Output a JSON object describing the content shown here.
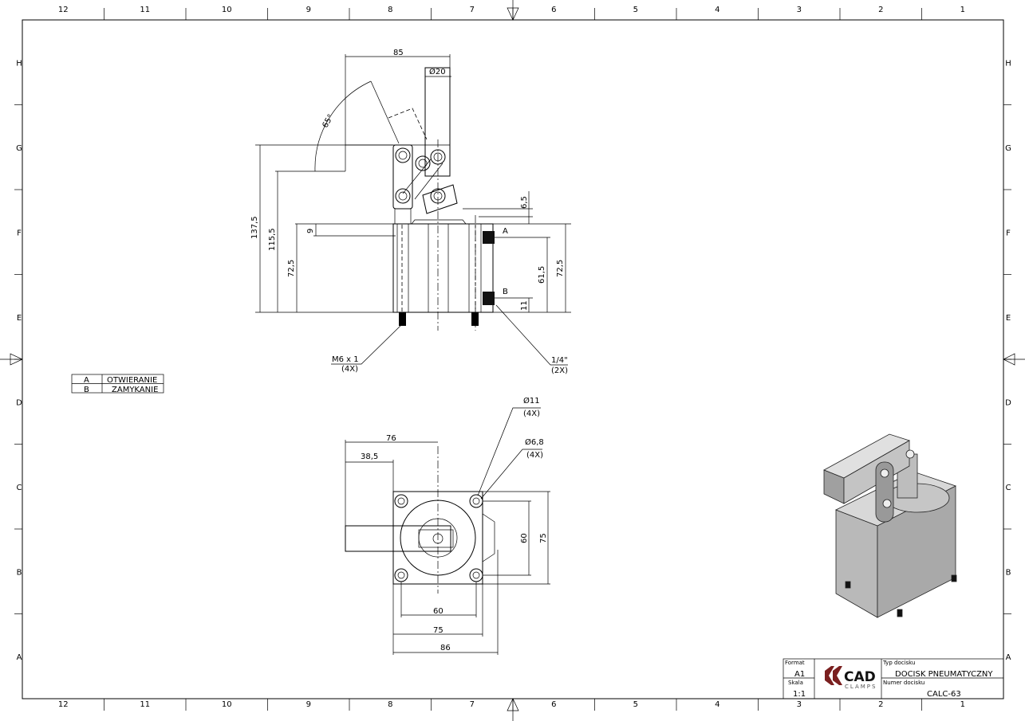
{
  "frame": {
    "columns": [
      "12",
      "11",
      "10",
      "9",
      "8",
      "7",
      "6",
      "5",
      "4",
      "3",
      "2",
      "1"
    ],
    "rows": [
      "H",
      "G",
      "F",
      "E",
      "D",
      "C",
      "B",
      "A"
    ]
  },
  "side_view": {
    "dims": {
      "width_85": "85",
      "diameter_20": "Ø20",
      "angle_65": "65°",
      "h_137_5": "137,5",
      "h_115_5": "115,5",
      "h_72_5_left": "72,5",
      "h_9": "9",
      "h_6_5": "6,5",
      "h_61_5": "61,5",
      "h_72_5_right": "72,5",
      "h_11": "11"
    },
    "port_a": "A",
    "port_b": "B",
    "thread_label": "M6 x 1",
    "thread_qty": "(4X)",
    "port_label": "1/4\"",
    "port_qty": "(2X)"
  },
  "legend": [
    {
      "key": "A",
      "value": "OTWIERANIE"
    },
    {
      "key": "B",
      "value": "ZAMYKANIE"
    }
  ],
  "top_view": {
    "dims": {
      "w76": "76",
      "w38_5": "38,5",
      "hole_11": "Ø11",
      "hole_11_qty": "(4X)",
      "hole_6_8": "Ø6,8",
      "hole_6_8_qty": "(4X)",
      "h60": "60",
      "h75": "75",
      "w60": "60",
      "w75": "75",
      "w86": "86"
    }
  },
  "title_block": {
    "format_label": "Format",
    "format_value": "A1",
    "scale_label": "Skala",
    "scale_value": "1:1",
    "logo_main": "CAD",
    "logo_sub": "CLAMPS",
    "type_label": "Typ docisku",
    "type_value": "DOCISK PNEUMATYCZNY",
    "number_label": "Numer docisku",
    "number_value": "CALC-63",
    "logo_color": "#7a1f1f"
  }
}
